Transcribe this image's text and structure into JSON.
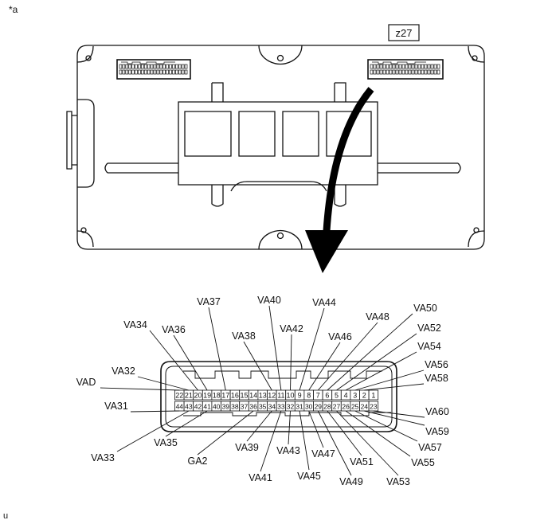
{
  "corner_label": "*a",
  "footer_mark": "u",
  "connector_id": "z27",
  "pins_top": [
    "22",
    "21",
    "20",
    "19",
    "18",
    "17",
    "16",
    "15",
    "14",
    "13",
    "12",
    "11",
    "10",
    "9",
    "8",
    "7",
    "6",
    "5",
    "4",
    "3",
    "2",
    "1"
  ],
  "pins_bottom": [
    "44",
    "43",
    "42",
    "41",
    "40",
    "39",
    "38",
    "37",
    "36",
    "35",
    "34",
    "33",
    "32",
    "31",
    "30",
    "29",
    "28",
    "27",
    "26",
    "25",
    "24",
    "23"
  ],
  "labels_top": [
    "VA37",
    "VA40",
    "VA44",
    "VA50",
    "VA48",
    "VA52",
    "VA34",
    "VA36",
    "VA42",
    "VA46",
    "VA38",
    "VA54",
    "VA56",
    "VA32",
    "VA58",
    "VAD",
    "VA60",
    "VA31"
  ],
  "labels_bottom": [
    "VA59",
    "VA57",
    "VA55",
    "VA33",
    "VA35",
    "GA2",
    "VA39",
    "VA43",
    "VA47",
    "VA51",
    "VA41",
    "VA45",
    "VA49",
    "VA53"
  ]
}
